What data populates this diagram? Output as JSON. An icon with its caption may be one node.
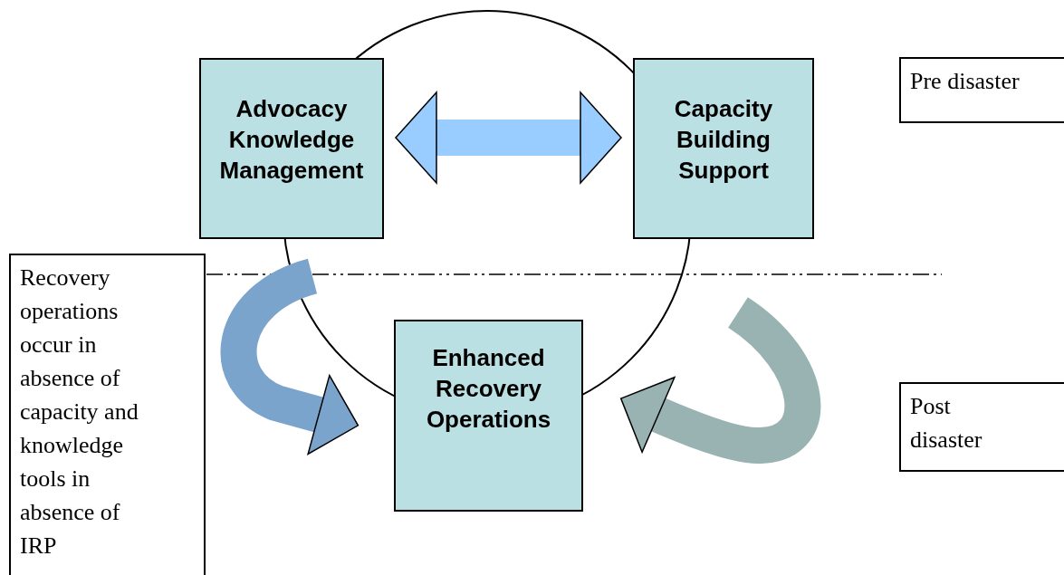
{
  "diagram": {
    "nodes": [
      {
        "text": [
          "Advocacy Knowledge Management"
        ]
      },
      {
        "text": [
          "Capacity Building Support"
        ]
      },
      {
        "text": [
          "Enhanced Recovery Operations"
        ]
      },
      {
        "text": [
          "Pre disaster"
        ]
      },
      {
        "text": [
          "Post disaster"
        ]
      },
      {
        "text": [
          "Recovery operations occur in absence of capacity and knowledge tools in absence of IRP"
        ]
      }
    ],
    "edges": [
      {
        "from": 0,
        "to": 1,
        "arrow": "both",
        "color": "#99ccff"
      },
      {
        "from": null,
        "to": 2,
        "arrow": "to",
        "color": "#7ba4cc"
      },
      {
        "from": null,
        "to": 2,
        "arrow": "to",
        "color": "#99b3b3"
      }
    ]
  }
}
